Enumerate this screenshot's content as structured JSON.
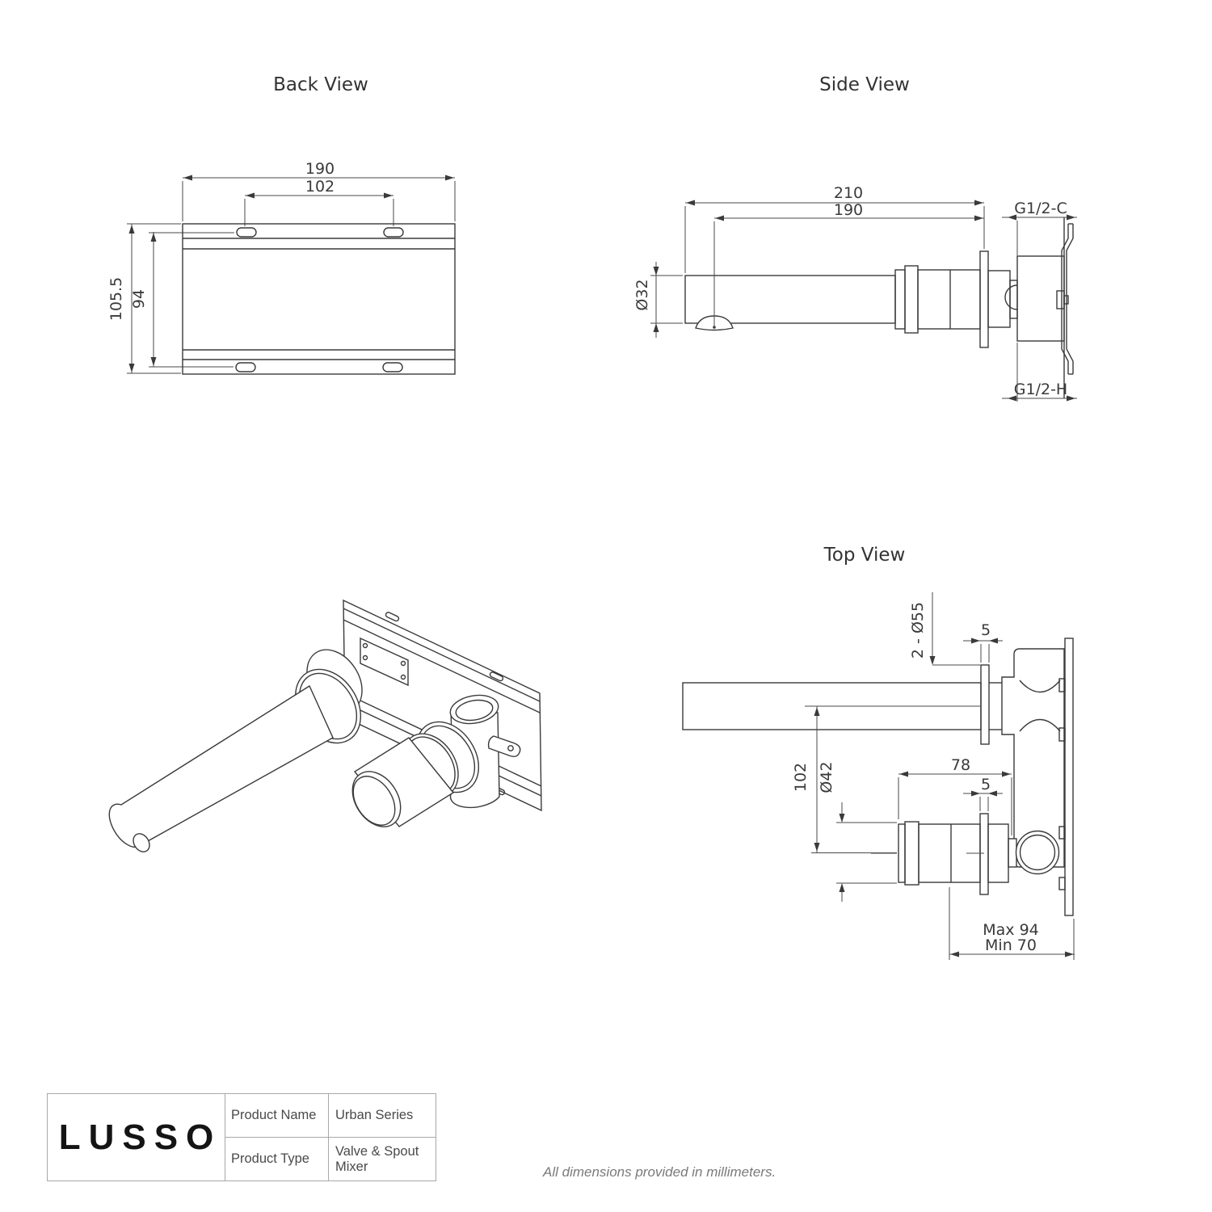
{
  "titles": {
    "back": "Back View",
    "side": "Side View",
    "top": "Top View"
  },
  "back_view": {
    "width": "190",
    "slot_spacing": "102",
    "height_outer": "105.5",
    "height_inner": "94"
  },
  "side_view": {
    "length_total": "210",
    "length_spout": "190",
    "spout_diameter": "Ø32",
    "cold_connection": "G1/2-C",
    "hot_connection": "G1/2-H"
  },
  "top_view": {
    "escutcheons": "2 - Ø55",
    "spout_flange_thickness": "5",
    "axis_spacing": "102",
    "handle_diameter": "Ø42",
    "handle_length": "78",
    "handle_flange_thickness": "5",
    "depth_max": "Max 94",
    "depth_min": "Min 70"
  },
  "footer": {
    "logo": "LUSSO",
    "rows": [
      {
        "label": "Product Name",
        "value": "Urban Series"
      },
      {
        "label": "Product Type",
        "value": "Valve & Spout Mixer"
      }
    ],
    "note": "All dimensions provided in millimeters."
  },
  "colors": {
    "line": "#3a3a3a",
    "dimension": "#4a4a4a",
    "table_border": "#a8a8a8",
    "note_text": "#7a7a7a",
    "background": "#ffffff"
  }
}
